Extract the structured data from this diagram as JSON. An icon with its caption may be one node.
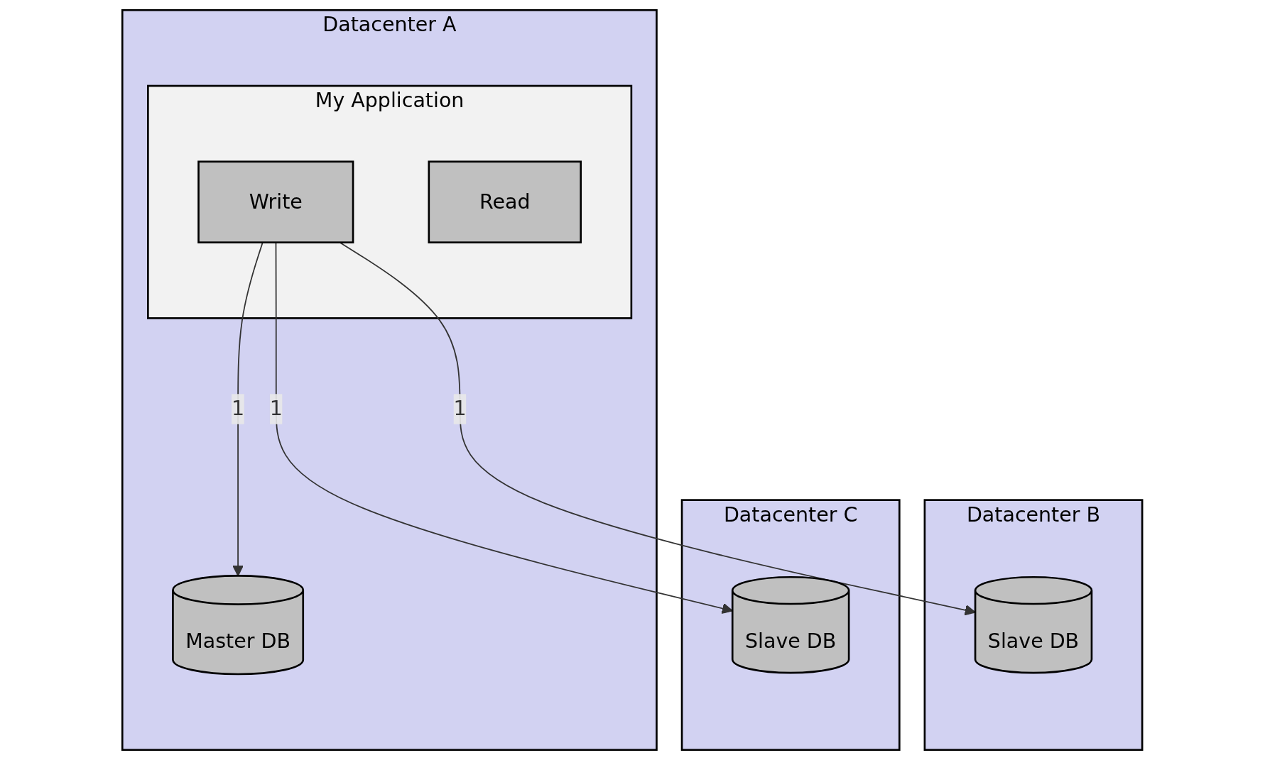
{
  "diagram": {
    "nodes": [
      {
        "text": [
          "Datacenter A"
        ]
      },
      {
        "text": [
          "My Application"
        ],
        "in": 0
      },
      {
        "text": [
          "Write"
        ],
        "in": 1
      },
      {
        "text": [
          "Read"
        ],
        "in": 1
      },
      {
        "text": [
          "Master DB"
        ],
        "in": 0
      },
      {
        "text": [
          "Datacenter B"
        ]
      },
      {
        "text": [
          "Slave DB"
        ],
        "in": 5
      },
      {
        "text": [
          "Datacenter C"
        ]
      },
      {
        "text": [
          "Slave DB"
        ],
        "in": 7
      }
    ],
    "edges": [
      {
        "from": 2,
        "to": 4,
        "arrow": "to",
        "label": "1"
      },
      {
        "from": 2,
        "to": 6,
        "arrow": "to",
        "label": "1"
      },
      {
        "from": 2,
        "to": 8,
        "arrow": "to",
        "label": "1"
      }
    ]
  }
}
